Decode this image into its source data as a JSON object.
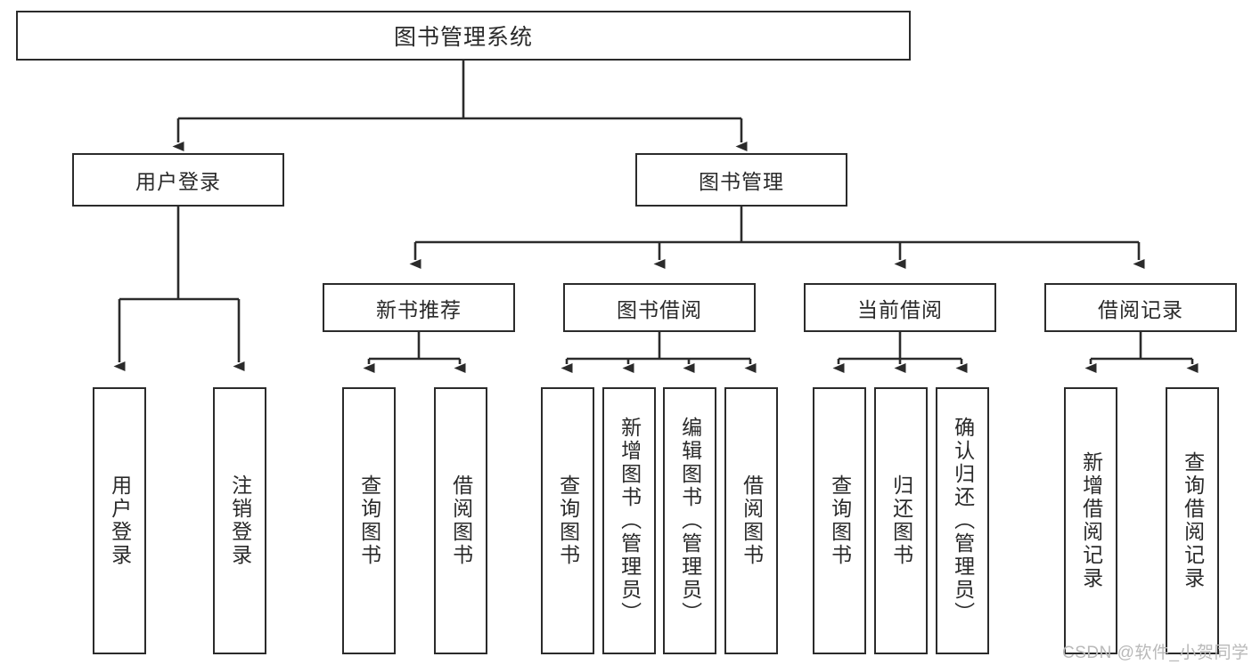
{
  "diagram": {
    "title": "图书管理系统",
    "type": "tree-hierarchy",
    "watermark": "CSDN @软件_小贺同学",
    "colors": {
      "box_border": "#2b2b2b",
      "box_fill": "#ffffff",
      "text": "#2a2a2a",
      "connector": "#2b2b2b",
      "watermark": "#b9b9b9",
      "page_background": "#ffffff"
    },
    "root": {
      "label": "图书管理系统"
    },
    "level1": [
      {
        "id": "user-login",
        "label": "用户登录"
      },
      {
        "id": "book-management",
        "label": "图书管理"
      }
    ],
    "level2": [
      {
        "id": "new-book-recommend",
        "label": "新书推荐",
        "parent": "book-management"
      },
      {
        "id": "book-borrow",
        "label": "图书借阅",
        "parent": "book-management"
      },
      {
        "id": "current-borrow",
        "label": "当前借阅",
        "parent": "book-management"
      },
      {
        "id": "borrow-record",
        "label": "借阅记录",
        "parent": "book-management"
      }
    ],
    "leaves": [
      {
        "id": "leaf-user-login",
        "label": "用户登录",
        "parent": "user-login"
      },
      {
        "id": "leaf-user-logout",
        "label": "注销登录",
        "parent": "user-login"
      },
      {
        "id": "leaf-query-book-1",
        "label": "查询图书",
        "parent": "new-book-recommend"
      },
      {
        "id": "leaf-borrow-book-1",
        "label": "借阅图书",
        "parent": "new-book-recommend"
      },
      {
        "id": "leaf-query-book-2",
        "label": "查询图书",
        "parent": "book-borrow"
      },
      {
        "id": "leaf-add-book",
        "label": "新增图书（管理员）",
        "parent": "book-borrow"
      },
      {
        "id": "leaf-edit-book",
        "label": "编辑图书（管理员）",
        "parent": "book-borrow"
      },
      {
        "id": "leaf-borrow-book-2",
        "label": "借阅图书",
        "parent": "book-borrow"
      },
      {
        "id": "leaf-query-book-3",
        "label": "查询图书",
        "parent": "current-borrow"
      },
      {
        "id": "leaf-return-book",
        "label": "归还图书",
        "parent": "current-borrow"
      },
      {
        "id": "leaf-confirm-return",
        "label": "确认归还（管理员）",
        "parent": "current-borrow"
      },
      {
        "id": "leaf-add-record",
        "label": "新增借阅记录",
        "parent": "borrow-record"
      },
      {
        "id": "leaf-query-record",
        "label": "查询借阅记录",
        "parent": "borrow-record"
      }
    ]
  }
}
